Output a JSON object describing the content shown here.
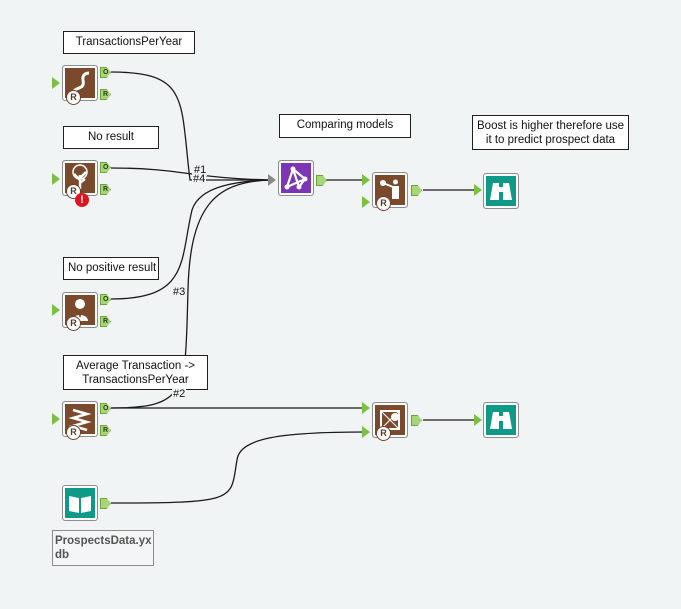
{
  "comments": {
    "transactions_per_year": "TransactionsPerYear",
    "no_result": "No result",
    "no_positive_result": "No positive result",
    "average_transaction_line1": "Average Transaction ->",
    "average_transaction_line2": "TransactionsPerYear",
    "comparing_models": "Comparing models",
    "boost_line1": "Boost is higher therefore use",
    "boost_line2": "it to predict prospect data"
  },
  "wire_labels": {
    "w1": "#1",
    "w4": "#4",
    "w3": "#3",
    "w2": "#2"
  },
  "anchors": {
    "output": "O",
    "report": "R"
  },
  "badges": {
    "r_badge": "R",
    "error": "!"
  },
  "file_input": {
    "label_line1": "ProspectsData.yx",
    "label_line2": "db"
  },
  "colors": {
    "canvas": "#f1f4f5",
    "r_tool": "#7b4a2c",
    "compare_tool": "#7b35b5",
    "browse_tool": "#0e9a86",
    "anchor": "#7bc043",
    "error": "#e0141e"
  }
}
